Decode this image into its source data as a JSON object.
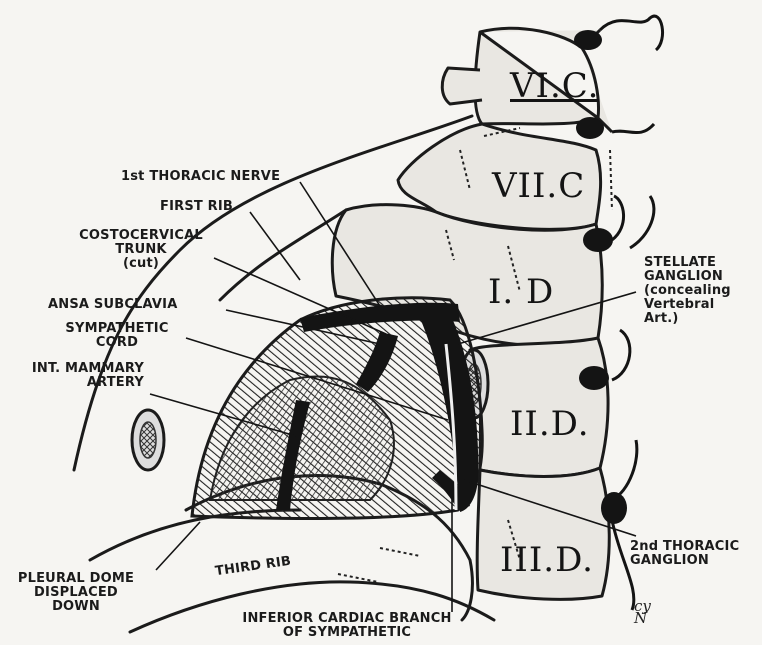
{
  "labels": {
    "first_thoracic_nerve": "1st THORACIC NERVE",
    "first_rib": "FIRST RIB",
    "costocervical": [
      "COSTOCERVICAL",
      "TRUNK",
      "(cut)"
    ],
    "ansa_subclavia": "ANSA SUBCLAVIA",
    "sympathetic_cord": [
      "SYMPATHETIC",
      "CORD"
    ],
    "int_mammary": [
      "INT. MAMMARY",
      "ARTERY"
    ],
    "pleural_dome": [
      "PLEURAL DOME",
      "DISPLACED",
      "DOWN"
    ],
    "third_rib": "THIRD RIB",
    "inferior_cardiac": [
      "INFERIOR CARDIAC BRANCH",
      "OF SYMPATHETIC"
    ],
    "stellate": [
      "STELLATE",
      "GANGLION",
      "(concealing",
      "Vertebral",
      "Art.)"
    ],
    "second_thoracic": [
      "2nd THORACIC",
      "GANGLION"
    ]
  },
  "vertebrae": {
    "vi_c": "VI.C.",
    "vii_c": "VII.C",
    "i_d": "I. D",
    "ii_d": "II.D.",
    "iii_d": "III.D."
  },
  "signature": [
    "cy",
    "N"
  ],
  "colors": {
    "ink": "#1b1b1b",
    "paper": "#f6f5f2",
    "vertebra_fill": "#e9e7e2"
  }
}
